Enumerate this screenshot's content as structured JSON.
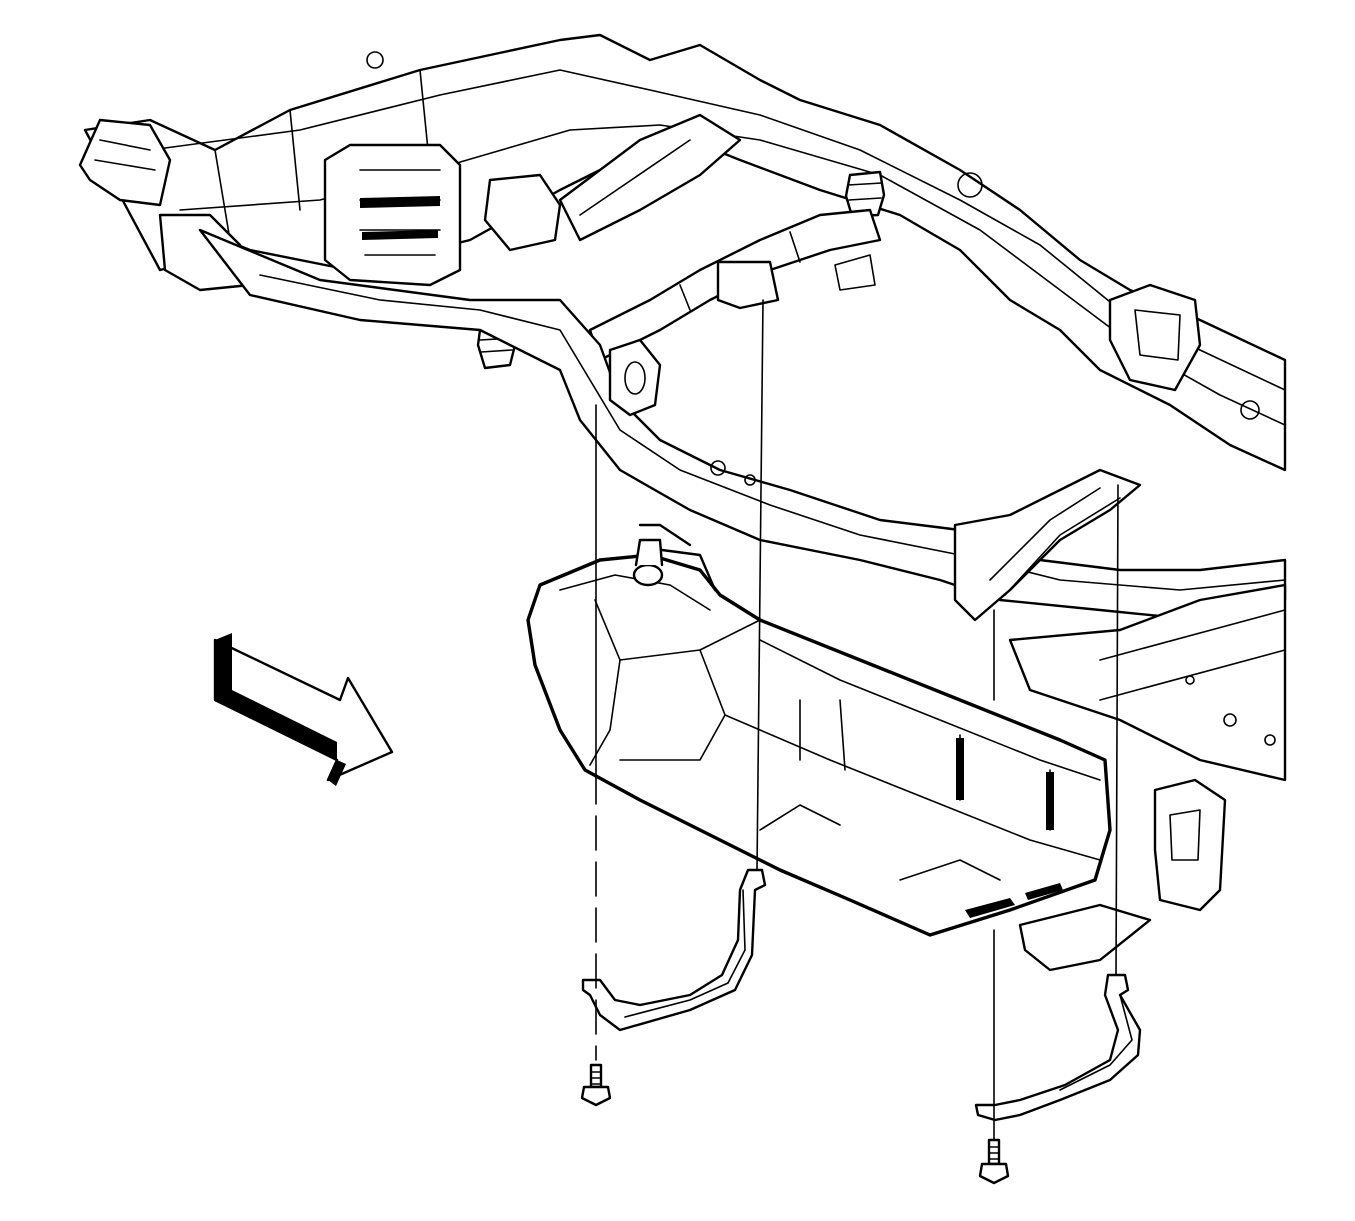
{
  "figure": {
    "kind": "exploded-view technical illustration",
    "parts": [
      {
        "id": "vehicle-frame",
        "icon": "frame-rails-icon"
      },
      {
        "id": "rear-crossmember",
        "icon": "crossmember-icon"
      },
      {
        "id": "fuel-tank",
        "icon": "fuel-tank-icon"
      },
      {
        "id": "fuel-tank-strap-front",
        "icon": "strap-icon"
      },
      {
        "id": "fuel-tank-strap-rear",
        "icon": "strap-icon"
      },
      {
        "id": "strap-bolt-front",
        "icon": "bolt-icon"
      },
      {
        "id": "strap-bolt-rear",
        "icon": "bolt-icon"
      },
      {
        "id": "direction-arrow",
        "icon": "front-of-vehicle-arrow-icon"
      }
    ],
    "colors": {
      "ink": "#000000",
      "paper": "#ffffff"
    }
  }
}
